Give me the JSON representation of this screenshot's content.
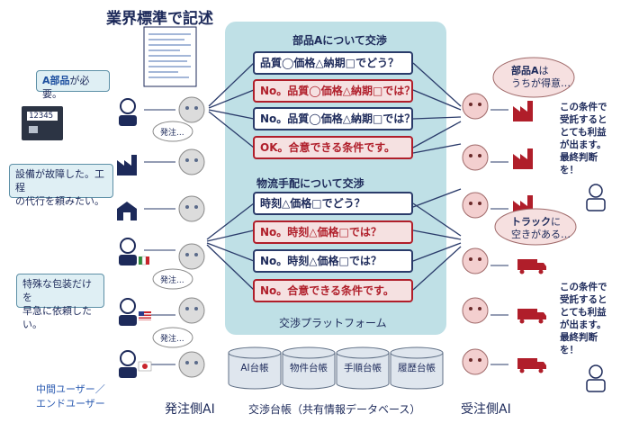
{
  "title_standard": "業界標準で記述",
  "platform": {
    "parts_header": "部品Aについて交渉",
    "logistics_header": "物流手配について交渉",
    "label": "交渉プラットフォーム",
    "parts_messages": [
      "品質◯価格△納期□でどう？",
      "No。品質◯価格△納期□では？",
      "No。品質◯価格△納期□では？",
      "OK。合意できる条件です。"
    ],
    "logistics_messages": [
      "時刻△価格□でどう？",
      "No。時刻△価格□では？",
      "No。時刻△価格□では？",
      "No。合意できる条件です。"
    ]
  },
  "ledgers": {
    "items": [
      "AI台帳",
      "物件台帳",
      "手順台帳",
      "履歴台帳"
    ],
    "label": "交渉台帳（共有情報データベース）"
  },
  "left": {
    "need_part_prefix": "A部品",
    "need_part_suffix": "が必要。",
    "device_display": "12345",
    "order_bubble": "発注...",
    "failure_line1": "設備が故障した。工程",
    "failure_line2": "の代行を頼みたい。",
    "packaging_line1": "特殊な包装だけを",
    "packaging_line2": "早急に依頼したい。",
    "users_line1": "中間ユーザー／",
    "users_line2": "エンドユーザー",
    "ai_label": "発注側AI"
  },
  "right": {
    "good_part_bold": "部品A",
    "good_part_rest1": "は",
    "good_part_rest2": "うちが得意…",
    "truck_bold": "トラック",
    "truck_rest1": "に",
    "truck_rest2": "空きがある…",
    "decision1": [
      "この条件で",
      "受託すると",
      "とても利益",
      "が出ます。",
      "最終判断",
      "を！"
    ],
    "decision2": [
      "この条件で",
      "受託すると",
      "とても利益",
      "が出ます。",
      "最終判断",
      "を！"
    ],
    "ai_label": "受注側AI"
  },
  "colors": {
    "platform_bg": "#bfe0e6",
    "navy": "#2a3b6a",
    "red": "#b01e2a",
    "callout_bg": "#dfeff4"
  }
}
